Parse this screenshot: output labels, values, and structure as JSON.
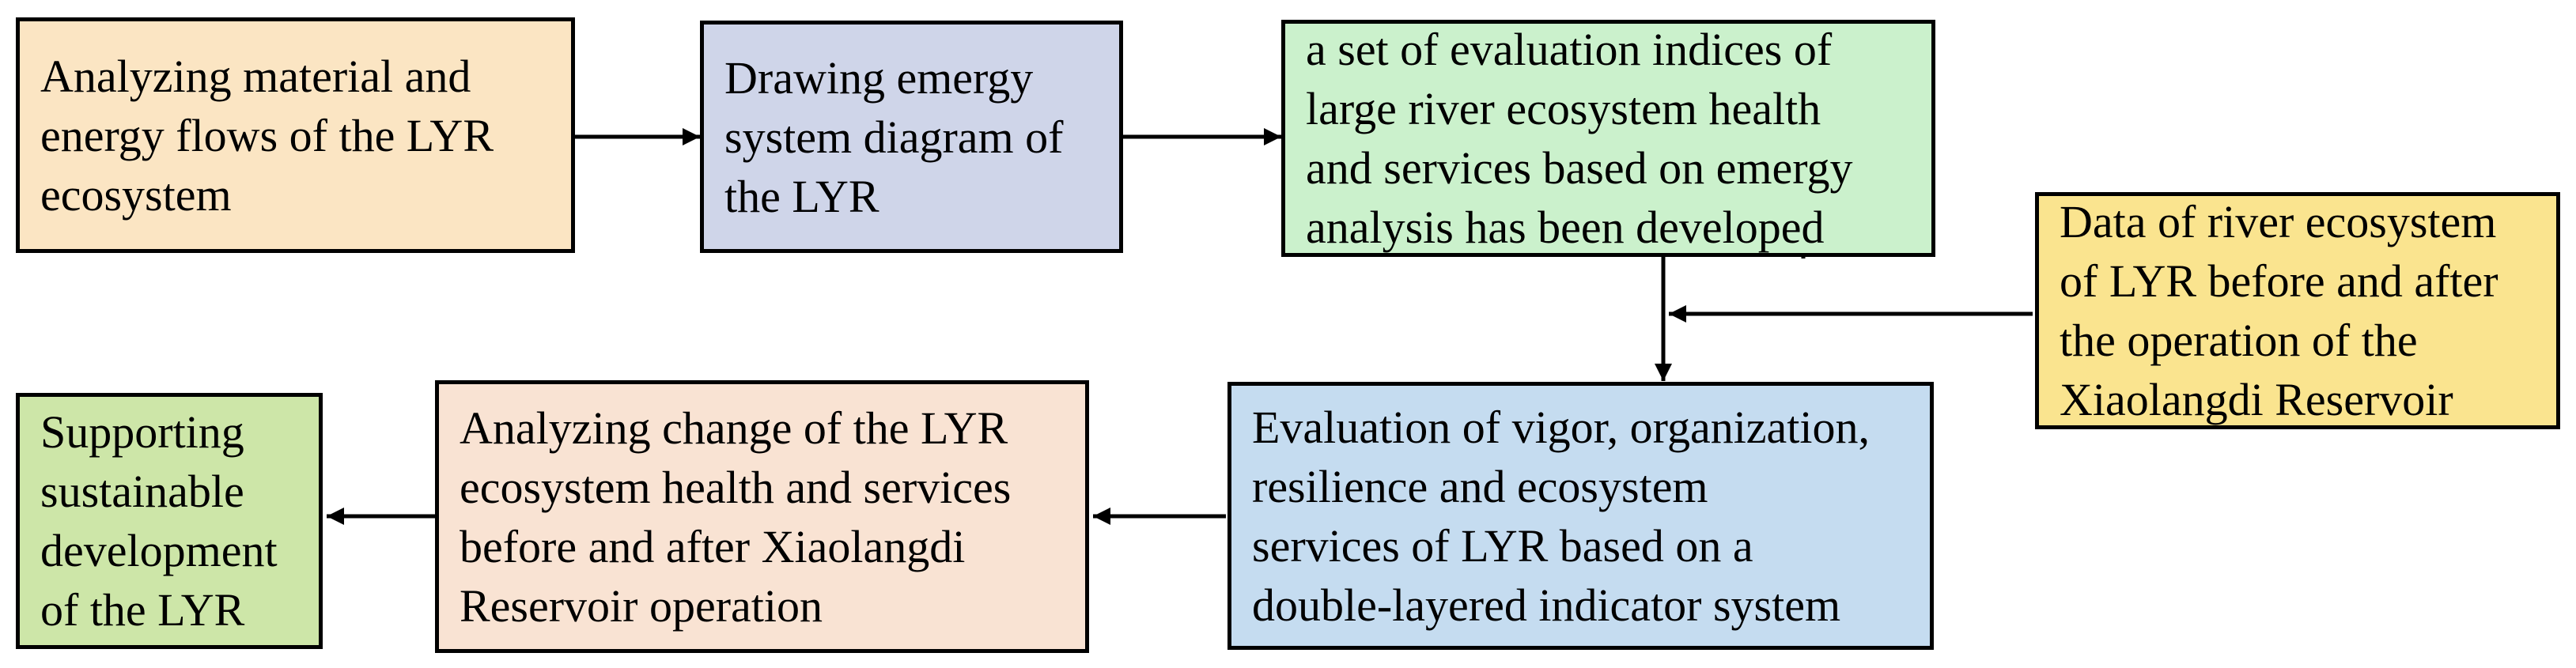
{
  "diagram": {
    "type": "flowchart",
    "background_color": "#ffffff",
    "line_color": "#000000",
    "text_color": "#000000",
    "boxes": [
      {
        "id": "analyze-material-energy-flows",
        "text": "Analyzing material and\nenergy flows of the LYR\necosystem",
        "fill": "#FBE5C3"
      },
      {
        "id": "drawing-emergy-diagram",
        "text": "Drawing emergy\nsystem diagram of\nthe LYR",
        "fill": "#CFD5E9"
      },
      {
        "id": "evaluation-indices-developed",
        "text": "a set of evaluation indices of\nlarge river ecosystem health\nand services based on emergy\nanalysis has been developed",
        "fill": "#CBF1CC"
      },
      {
        "id": "reservoir-data",
        "text": "Data of river ecosystem\nof LYR before and after\nthe operation of the\nXiaolangdi Reservoir",
        "fill": "#FAE48F"
      },
      {
        "id": "supporting-sustainable-development",
        "text": "Supporting\nsustainable\ndevelopment\nof the LYR",
        "fill": "#CDE6A8"
      },
      {
        "id": "analyzing-change-health-services",
        "text": "Analyzing change of the LYR\necosystem health and services\nbefore and after Xiaolangdi\nReservoir operation",
        "fill": "#F9E3D3"
      },
      {
        "id": "evaluation-vigor-organization",
        "text": "Evaluation of vigor, organization,\nresilience and ecosystem\nservices of LYR based on a\ndouble-layered indicator system",
        "fill": "#C5DCF0"
      }
    ],
    "arrows": [
      {
        "from": "analyze-material-energy-flows",
        "to": "drawing-emergy-diagram"
      },
      {
        "from": "drawing-emergy-diagram",
        "to": "evaluation-indices-developed"
      },
      {
        "from": "evaluation-indices-developed",
        "to": "evaluation-vigor-organization"
      },
      {
        "from": "reservoir-data",
        "to": "evaluation-indices-developed-connector"
      },
      {
        "from": "evaluation-vigor-organization",
        "to": "analyzing-change-health-services"
      },
      {
        "from": "analyzing-change-health-services",
        "to": "supporting-sustainable-development"
      }
    ]
  }
}
